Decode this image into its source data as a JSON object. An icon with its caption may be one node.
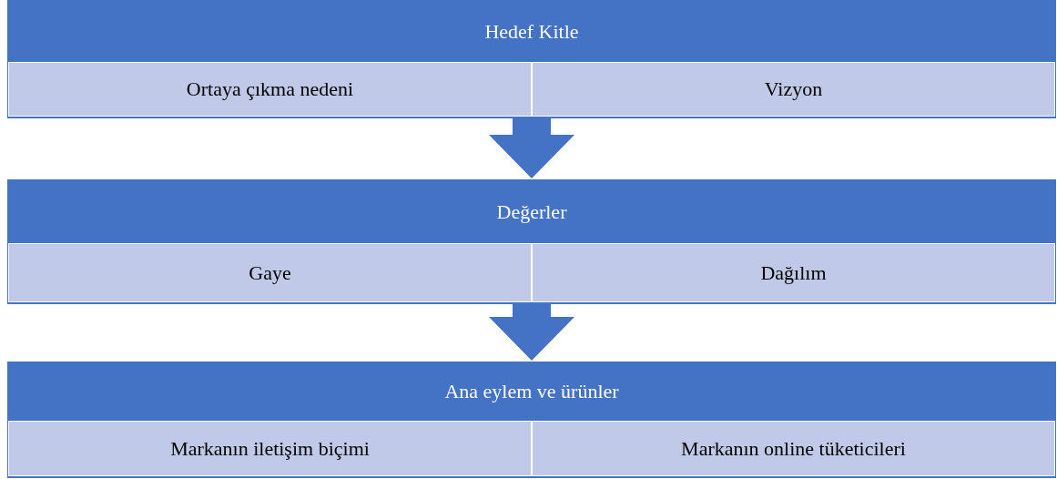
{
  "diagram": {
    "nodes": [
      {
        "text": [],
        "shape": "box"
      },
      {
        "text": [
          "Hedef Kitle"
        ],
        "in": 0
      },
      {
        "text": [
          "Ortaya çıkma nedeni"
        ],
        "in": 0
      },
      {
        "text": [
          "Vizyon"
        ],
        "in": 0
      },
      {
        "text": [],
        "shape": "box"
      },
      {
        "text": [
          "Değerler"
        ],
        "in": 4
      },
      {
        "text": [
          "Gaye"
        ],
        "in": 4
      },
      {
        "text": [
          "Dağılım"
        ],
        "in": 4
      },
      {
        "text": [],
        "shape": "box"
      },
      {
        "text": [
          "Ana eylem ve ürünler"
        ],
        "in": 8
      },
      {
        "text": [
          "Markanın iletişim biçimi"
        ],
        "in": 8
      },
      {
        "text": [
          "Markanın online tüketicileri"
        ],
        "in": 8
      }
    ],
    "edges": [
      {
        "from": 0,
        "to": 4,
        "arrow": "to"
      },
      {
        "from": 4,
        "to": 8,
        "arrow": "to"
      }
    ]
  }
}
